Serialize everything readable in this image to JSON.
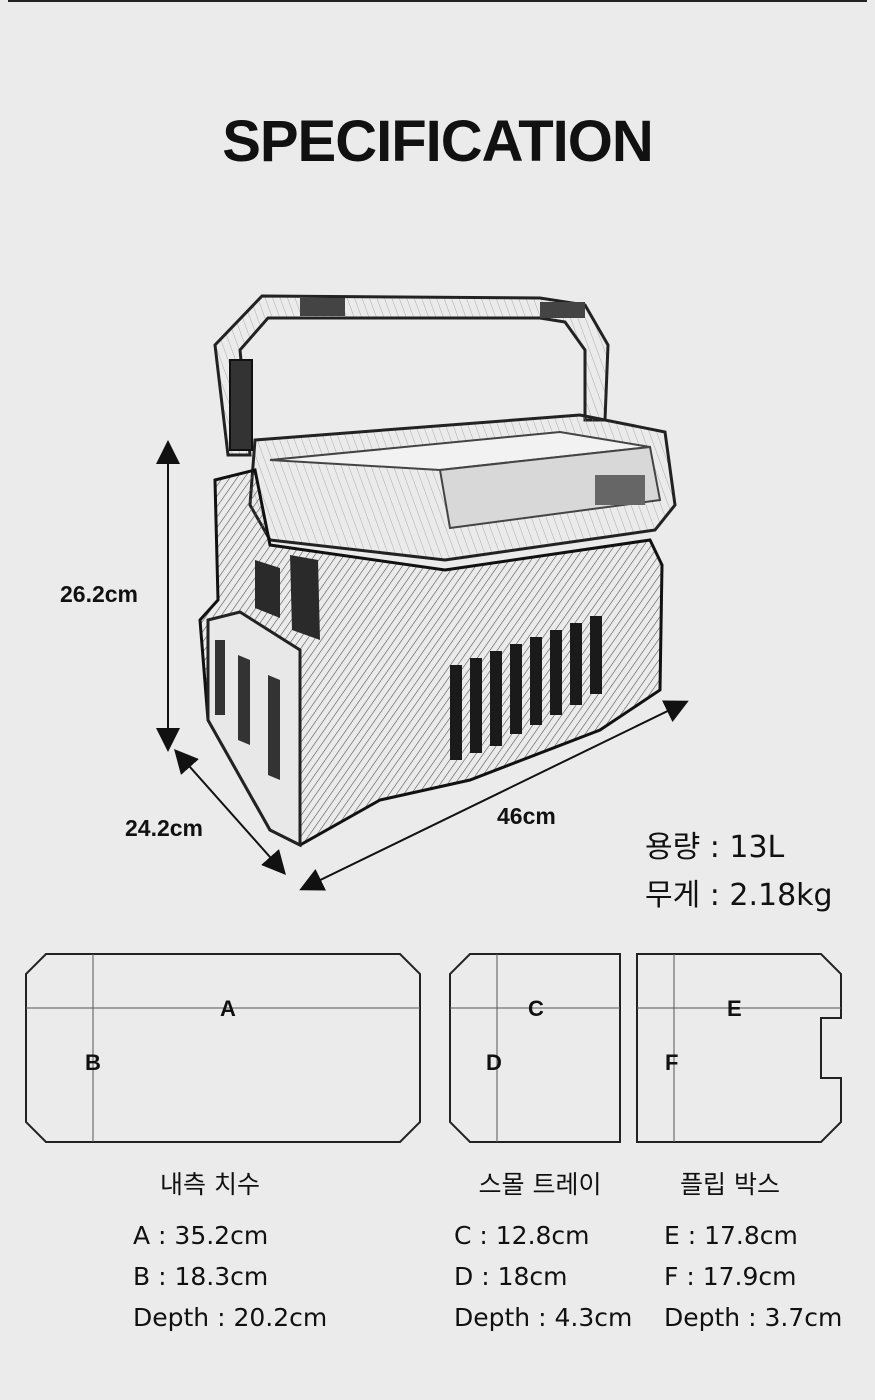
{
  "page": {
    "title": "SPECIFICATION"
  },
  "product": {
    "height_label": "26.2cm",
    "depth_label": "24.2cm",
    "width_label": "46cm"
  },
  "specs": {
    "capacity": "용량 : 13L",
    "weight": "무게 : 2.18kg"
  },
  "sections": [
    {
      "label": "내측 치수",
      "letters": [
        "A",
        "B"
      ],
      "lines": [
        "A : 35.2cm",
        "B : 18.3cm",
        "Depth : 20.2cm"
      ]
    },
    {
      "label": "스몰 트레이",
      "letters": [
        "C",
        "D"
      ],
      "lines": [
        "C : 12.8cm",
        "D : 18cm",
        "Depth : 4.3cm"
      ]
    },
    {
      "label": "플립 박스",
      "letters": [
        "E",
        "F"
      ],
      "lines": [
        "E : 17.8cm",
        "F : 17.9cm",
        "Depth : 3.7cm"
      ]
    }
  ]
}
